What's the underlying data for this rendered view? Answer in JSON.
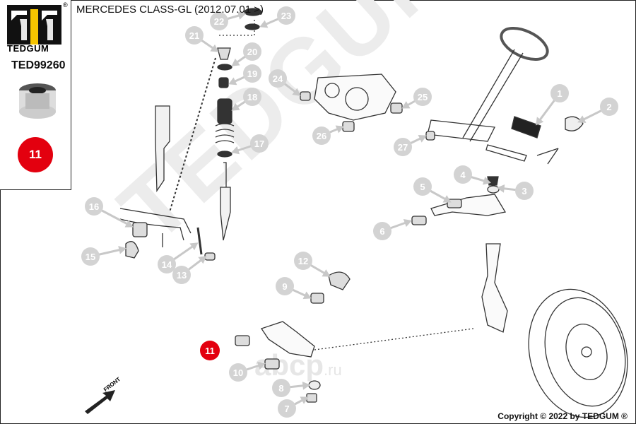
{
  "header": {
    "title": "MERCEDES CLASS-GL (2012.07.01 >)"
  },
  "sidebar": {
    "brand": "TEDGUM",
    "registered": "®",
    "part_number": "TED99260",
    "highlight_label": "11"
  },
  "watermarks": {
    "main": "TEDGUM",
    "site": "abcp",
    "site_tld": ".ru"
  },
  "front_indicator": "FRONT",
  "callouts": [
    "1",
    "2",
    "3",
    "4",
    "5",
    "6",
    "7",
    "8",
    "9",
    "10",
    "11",
    "12",
    "13",
    "14",
    "15",
    "16",
    "17",
    "18",
    "19",
    "20",
    "21",
    "22",
    "23",
    "24",
    "25",
    "26",
    "27"
  ],
  "active_callout": "11",
  "colors": {
    "accent": "#e3000f",
    "callout": "#d3d3d3",
    "brand_yellow": "#f5c400"
  },
  "footer": {
    "copyright": "Copyright © 2022 by TEDGUM ®"
  }
}
